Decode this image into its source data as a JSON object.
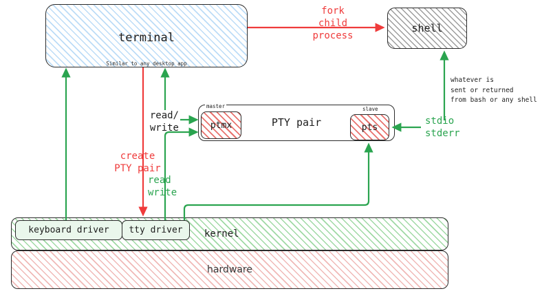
{
  "diagram": {
    "title": "Terminal, PTY pair and kernel interaction diagram",
    "colors": {
      "red": "#ef3b3b",
      "green": "#2aa44f",
      "dark": "#1d1d1d",
      "blue_hatch": "#bcdcf7",
      "gray_hatch": "#9c9c9c",
      "red_hatch": "#e8726e",
      "green_hatch": "#9fd9a4",
      "pink_hatch": "#f0b9b7"
    }
  },
  "nodes": {
    "terminal": {
      "label": "terminal",
      "subtitle": "Similar to any desktop app"
    },
    "shell": {
      "label": "shell"
    },
    "pty_pair": {
      "label": "PTY pair",
      "master_tag": "master",
      "master_label": "ptmx",
      "slave_tag": "slave",
      "slave_label": "pts"
    },
    "kernel": {
      "label": "kernel"
    },
    "hardware": {
      "label": "hardware"
    },
    "keyboard_driver": {
      "label": "keyboard driver"
    },
    "tty_driver": {
      "label": "tty driver"
    }
  },
  "edges": {
    "fork": {
      "label": "fork\nchild\nprocess",
      "color": "red"
    },
    "create_pty": {
      "label": "create\nPTY pair",
      "color": "red"
    },
    "read_write_terminal": {
      "label": "read/\nwrite",
      "color": "dark"
    },
    "read_write_tty": {
      "label": "read\nwrite",
      "color": "green"
    },
    "stdio": {
      "label": "stdio\nstderr",
      "color": "green"
    },
    "whatever": {
      "label": "whatever is\nsent or returned\nfrom bash or any shell",
      "color": "dark"
    }
  }
}
